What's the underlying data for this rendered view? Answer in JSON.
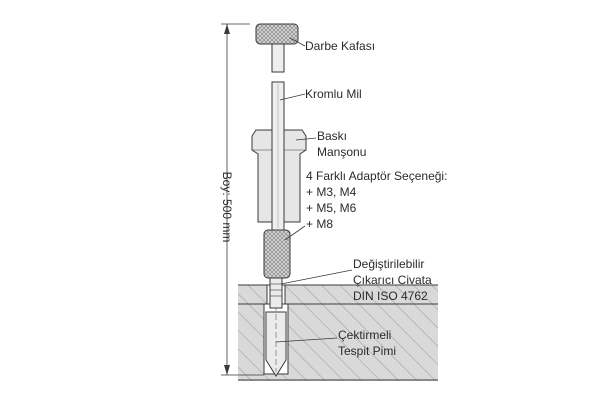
{
  "labels": {
    "darbe_kafasi": "Darbe Kafası",
    "kromlu_mil": "Kromlu Mil",
    "baski_1": "Baskı",
    "baski_2": "Manşonu",
    "adaptor_title": "4 Farklı Adaptör Seçeneği:",
    "adaptor_opt_1": "+ M3, M4",
    "adaptor_opt_2": "+ M5, M6",
    "adaptor_opt_3": "+ M8",
    "civata_1": "Değiştirilebilir",
    "civata_2": "Çıkarıcı Civata",
    "civata_3": "DIN ISO 4762",
    "pim_1": "Çektirmeli",
    "pim_2": "Tespit Pimi"
  },
  "dimension": {
    "text": "Boy: 500 mm"
  },
  "colors": {
    "outline": "#3a3a3a",
    "part_fill": "#e6e6e6",
    "knurl_fill": "#cfcfcf",
    "block_fill": "#d9d9d9",
    "hatch": "#8a8a8a",
    "text": "#2b2b2b"
  }
}
